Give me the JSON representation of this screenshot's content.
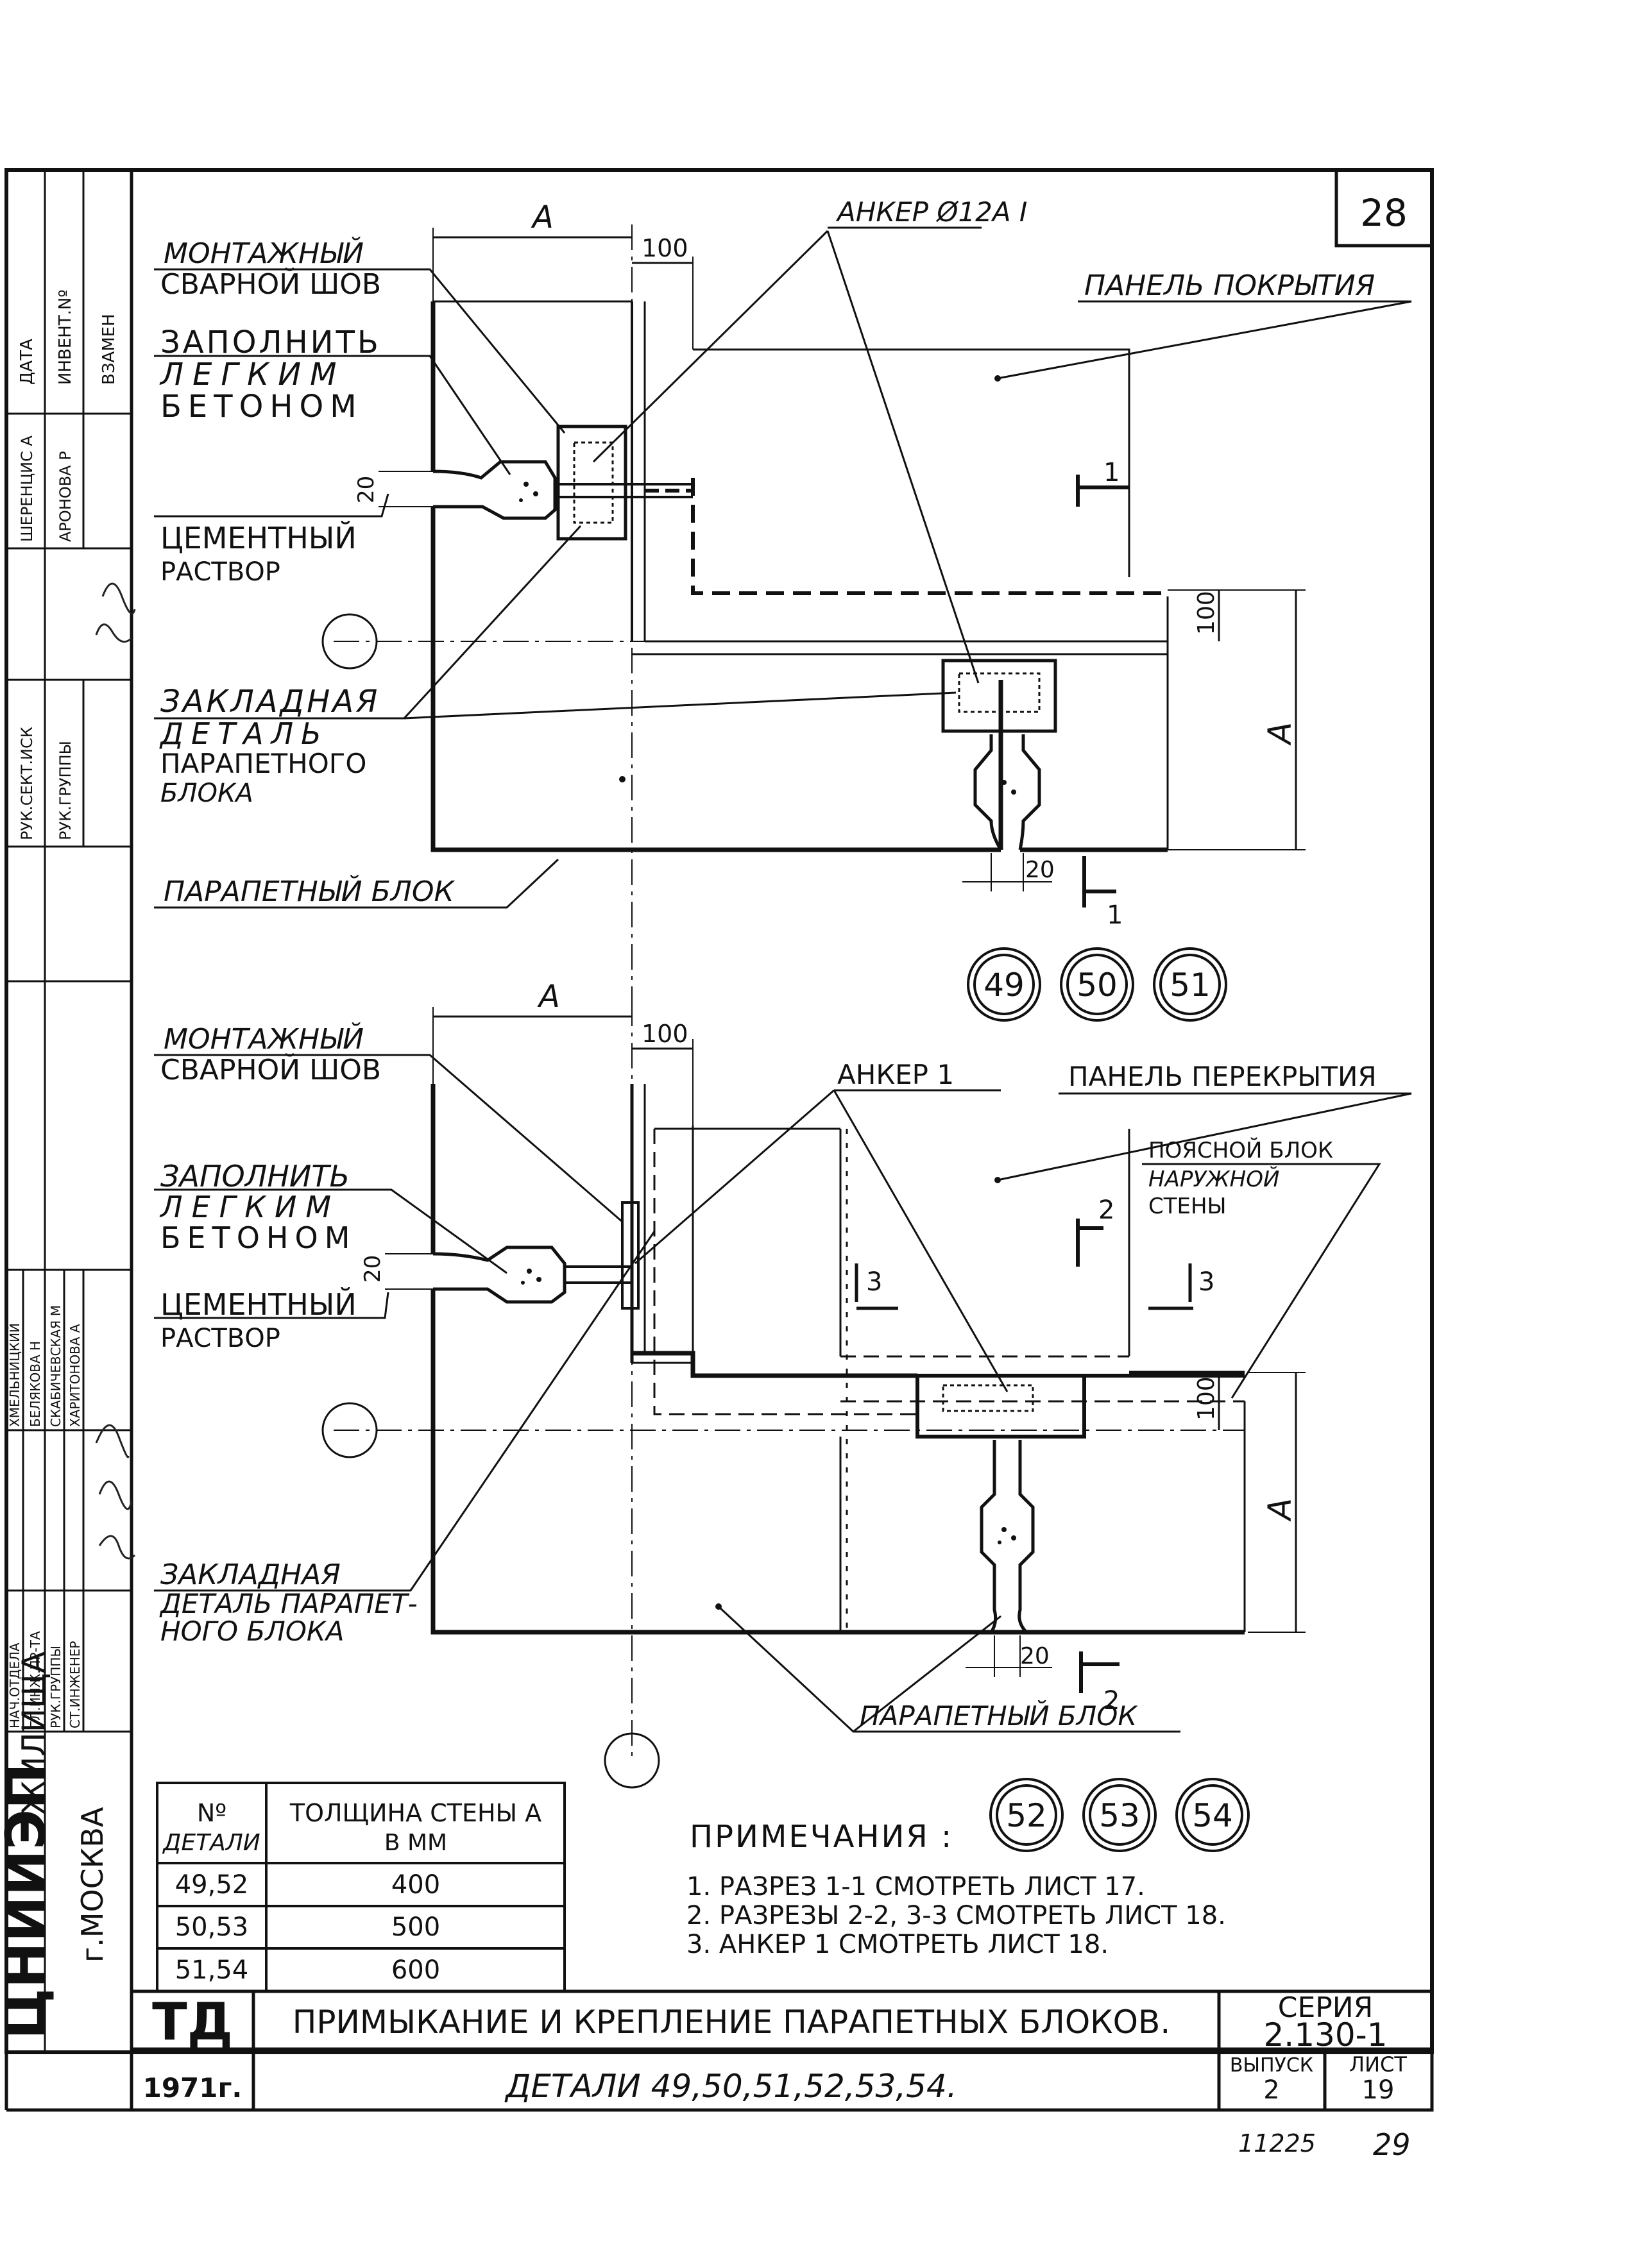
{
  "sheet_no": "28",
  "upper_detail": {
    "label_welded_seam": [
      "МОНТАЖНЫЙ",
      "СВАРНОЙ ШОВ"
    ],
    "label_fill": [
      "ЗАПОЛНИТЬ",
      "ЛЕГКИМ",
      "БЕТОНОМ"
    ],
    "label_mortar": [
      "ЦЕМЕНТНЫЙ",
      "РАСТВОР"
    ],
    "label_embedded": [
      "ЗАКЛАДНАЯ",
      "ДЕТАЛЬ",
      "ПАРАПЕТНОГО",
      "БЛОКА"
    ],
    "label_parapet": "ПАРАПЕТНЫЙ БЛОК",
    "label_anchor": "АНКЕР Ø12A I",
    "label_panel": "ПАНЕЛЬ ПОКРЫТИЯ",
    "dim_a_top": "A",
    "dim_100_top": "100",
    "dim_20_left": "20",
    "dim_100_right": "100",
    "dim_a_right": "A",
    "dim_20_bottom": "20",
    "section_mark_1": "1",
    "section_mark_1b": "1",
    "detail_numbers": [
      "49",
      "50",
      "51"
    ]
  },
  "lower_detail": {
    "label_welded_seam": [
      "МОНТАЖНЫЙ",
      "СВАРНОЙ ШОВ"
    ],
    "label_fill": [
      "ЗАПОЛНИТЬ",
      "ЛЕГКИМ",
      "БЕТОНОМ"
    ],
    "label_mortar": [
      "ЦЕМЕНТНЫЙ",
      "РАСТВОР"
    ],
    "label_embedded": [
      "ЗАКЛАДНАЯ",
      "ДЕТАЛЬ ПАРАПЕТ-",
      "НОГО БЛОКА"
    ],
    "label_parapet": "ПАРАПЕТНЫЙ БЛОК",
    "label_anchor": "АНКЕР 1",
    "label_panel": "ПАНЕЛЬ ПЕРЕКРЫТИЯ",
    "label_belt": [
      "ПОЯСНОЙ БЛОК",
      "НАРУЖНОЙ",
      "СТЕНЫ"
    ],
    "dim_a_top": "A",
    "dim_100_top": "100",
    "dim_20_left": "20",
    "dim_100_right": "100",
    "dim_a_right": "A",
    "dim_20_bottom": "20",
    "section_mark_2": "2",
    "section_mark_2b": "2",
    "section_mark_3a": "3",
    "section_mark_3b": "3",
    "detail_numbers": [
      "52",
      "53",
      "54"
    ]
  },
  "table": {
    "header_1": [
      "Nº",
      "ДЕТАЛИ"
    ],
    "header_2": [
      "ТОЛЩИНА СТЕНЫ A",
      "В MM"
    ],
    "rows": [
      [
        "49,52",
        "400"
      ],
      [
        "50,53",
        "500"
      ],
      [
        "51,54",
        "600"
      ]
    ]
  },
  "notes": {
    "title": "ПРИМЕЧАНИЯ :",
    "items": [
      "1. РАЗРЕЗ 1-1 СМОТРЕТЬ ЛИСТ 17.",
      "2. РАЗРЕЗЫ 2-2, 3-3 СМОТРЕТЬ ЛИСТ 18.",
      "3. АНКЕР 1 СМОТРЕТЬ ЛИСТ 18."
    ]
  },
  "title_block": {
    "td": "ТД",
    "title": "ПРИМЫКАНИЕ И КРЕПЛЕНИЕ ПАРАПЕТНЫХ БЛОКОВ.",
    "year": "1971г.",
    "subtitle": "ДЕТАЛИ 49,50,51,52,53,54.",
    "series_label": "СЕРИЯ",
    "series_value": "2.130-1",
    "issue_label": "ВЫПУСК",
    "issue_value": "2",
    "sheet_label": "ЛИСТ",
    "sheet_value": "19"
  },
  "side_stamp": {
    "org": "ЦНИИЭП",
    "org_sub": "ЖИЛИЩА",
    "city": "г.МОСКВА",
    "col_top": [
      "ДАТА",
      "ИНВЕНТ.Nº",
      "ВЗАМЕН"
    ],
    "names_top": [
      "ШЕРЕНЦИС А",
      "АРОНОВА Р"
    ],
    "roles_mid": [
      "РУК.СЕКТ.ИСК",
      "РУК.ГРУППЫ"
    ],
    "names_low": [
      "ХМЕЛЬНИЦКИЙ",
      "БЕЛЯКОВА Н",
      "СКАБИЧЕВСКАЯ М",
      "ХАРИТОНОВА А"
    ],
    "roles_low": [
      "НАЧ.ОТДЕЛА",
      "ГЛ.ИНЖ.ПР-ТА",
      "РУК.ГРУППЫ",
      "СТ.ИНЖЕНЕР"
    ]
  },
  "footer": {
    "archive_no": "11225",
    "page_no": "29"
  }
}
